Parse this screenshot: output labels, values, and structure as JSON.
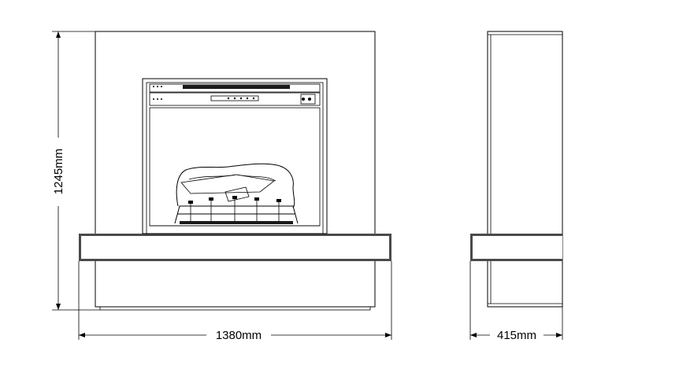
{
  "dimensions": {
    "height": "1245mm",
    "width": "1380mm",
    "depth": "415mm"
  },
  "colors": {
    "line": "#000000",
    "shelf_fill": "#4a4a4a",
    "background": "#ffffff"
  }
}
